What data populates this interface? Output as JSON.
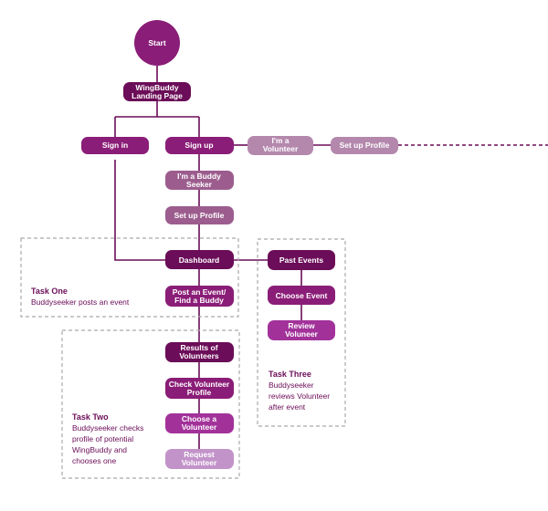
{
  "colors": {
    "dark": "#6b0d58",
    "medium": "#8a1d77",
    "plum": "#9c5d8e",
    "bright": "#a2329a",
    "pale": "#b488ad",
    "light": "#c293c9",
    "line": "#6b0d58",
    "box_border": "#a9a9a9"
  },
  "nodes": {
    "start": "Start",
    "landing": [
      "WingBuddy",
      "Landing Page"
    ],
    "sign_in": "Sign in",
    "sign_up": "Sign up",
    "im_volunteer": [
      "I'm a",
      "Volunteer"
    ],
    "setup_profile_volunteer": "Set up Profile",
    "im_buddy_seeker": [
      "I'm a Buddy",
      "Seeker"
    ],
    "setup_profile_seeker": "Set up Profile",
    "dashboard": "Dashboard",
    "post_event": [
      "Post an Event/",
      "Find a Buddy"
    ],
    "results": [
      "Results of",
      "Volunteers"
    ],
    "check_profile": [
      "Check Volunteer",
      "Profile"
    ],
    "choose_volunteer": [
      "Choose a",
      "Volunteer"
    ],
    "request_volunteer": [
      "Request",
      "Volunteer"
    ],
    "past_events": "Past Events",
    "choose_event": "Choose Event",
    "review_volunteer": [
      "Review",
      "Voluneer"
    ]
  },
  "tasks": {
    "one": {
      "title": "Task One",
      "desc": [
        "Buddyseeker posts an event"
      ]
    },
    "two": {
      "title": "Task Two",
      "desc": [
        "Buddyseeker checks",
        "profile of potential",
        "WingBuddy and",
        "chooses one"
      ]
    },
    "three": {
      "title": "Task Three",
      "desc": [
        "Buddyseeker",
        "reviews Volunteer",
        "after event"
      ]
    }
  }
}
